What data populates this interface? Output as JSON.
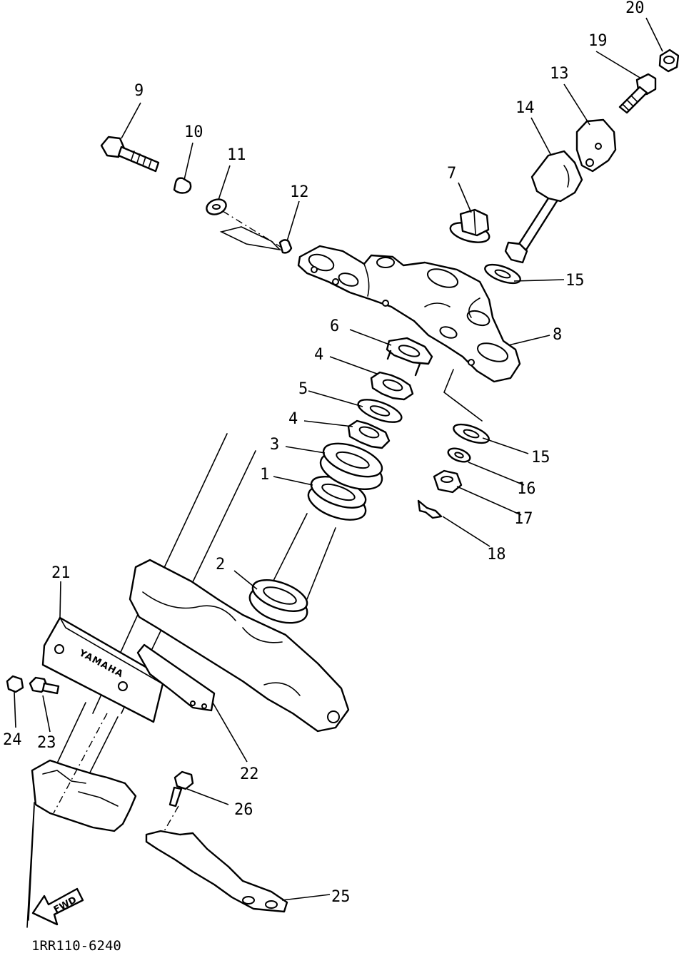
{
  "drawing_code": "1RR110-6240",
  "brand_mark": "YAMAHA",
  "direction_label": "FWD",
  "callouts": [
    "1",
    "2",
    "3",
    "4",
    "4",
    "5",
    "6",
    "7",
    "8",
    "9",
    "10",
    "11",
    "12",
    "13",
    "14",
    "15",
    "15",
    "16",
    "17",
    "18",
    "19",
    "20",
    "21",
    "22",
    "23",
    "24",
    "25",
    "26"
  ]
}
